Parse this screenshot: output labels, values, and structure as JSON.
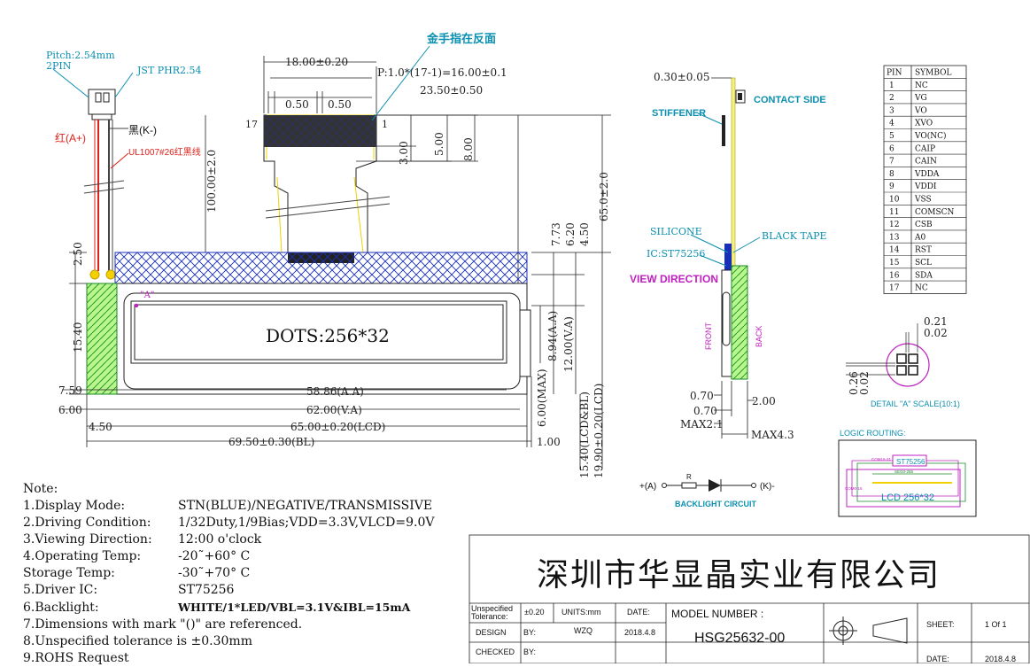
{
  "top_view": {
    "pitch": "Pitch:2.54mm",
    "pins2": "2PIN",
    "connector": "JST PHR2.54",
    "red": "红(A+)",
    "black": "黑(K-)",
    "cable": "UL1007#26红黑线",
    "gold_finger": "金手指在反面",
    "pin17": "17",
    "pin1": "1",
    "dots": "DOTS:256*32",
    "detail_a_mark": "\"A\"",
    "dims": {
      "d18": "18.00±0.20",
      "pitch": "P:1.0*(17-1)=16.00±0.1",
      "d050a": "0.50",
      "d050b": "0.50",
      "d2350": "23.50±0.50",
      "d300": "3.00",
      "d500": "5.00",
      "d800": "8.00",
      "d100": "100.00±2.0",
      "d650v": "65.0±2.0",
      "d250": "2.50",
      "d1540": "15.40",
      "d773": "7.73",
      "d620": "6.20",
      "d450v": "4.50",
      "d894": "8.94(A.A)",
      "d1200": "12.00(V.A)",
      "d600max": "6.00(MAX)",
      "d759": "7.59",
      "d600": "6.00",
      "d5886": "58.86(A.A)",
      "d6200": "62.00(V.A)",
      "d450": "4.50",
      "d6500": "65.00±0.20(LCD)",
      "d6950": "69.50±0.30(BL)",
      "d100b": "1.00",
      "d1540b": "15.40(LCD&BL)",
      "d1990": "19.90±0.20(LCD)"
    }
  },
  "side_view": {
    "d030": "0.30±0.05",
    "contact_side": "CONTACT SIDE",
    "stiffener": "STIFFENER",
    "silicone": "SILICONE",
    "black_tape": "BLACK TAPE",
    "ic": "IC:ST75256",
    "view_direction": "VIEW DIRECTION",
    "front": "FRONT",
    "back": "BACK",
    "d070a": "0.70",
    "d070b": "0.70",
    "d200": "2.00",
    "max21": "MAX2.1",
    "max43": "MAX4.3"
  },
  "pin_table": {
    "headers": [
      "PIN",
      "SYMBOL"
    ],
    "rows": [
      [
        "1",
        "NC"
      ],
      [
        "2",
        "VG"
      ],
      [
        "3",
        "VO"
      ],
      [
        "4",
        "XVO"
      ],
      [
        "5",
        "VO(NC)"
      ],
      [
        "6",
        "CAIP"
      ],
      [
        "7",
        "CAIN"
      ],
      [
        "8",
        "VDDA"
      ],
      [
        "9",
        "VDDI"
      ],
      [
        "10",
        "VSS"
      ],
      [
        "11",
        "COMSCN"
      ],
      [
        "12",
        "CSB"
      ],
      [
        "13",
        "A0"
      ],
      [
        "14",
        "RST"
      ],
      [
        "15",
        "SCL"
      ],
      [
        "16",
        "SDA"
      ],
      [
        "17",
        "NC"
      ]
    ]
  },
  "detail": {
    "d021": "0.21",
    "d002a": "0.02",
    "d026": "0.26",
    "d002b": "0.02",
    "label": "DETAIL \"A\" SCALE(10:1)"
  },
  "logic_routing": {
    "title": "LOGIC ROUTING:",
    "ic": "ST75256",
    "lcd": "LCD 256*32",
    "com_labels": [
      "COM16-31",
      "COM0-15",
      "SEG0-255"
    ]
  },
  "backlight": {
    "anode": "+(A)",
    "cathode": "(K)-",
    "resistor": "R",
    "label": "BACKLIGHT CIRCUIT"
  },
  "notes": {
    "title": "Note:",
    "items": [
      {
        "k": "1.Display Mode:",
        "v": "STN(BLUE)/NEGATIVE/TRANSMISSIVE"
      },
      {
        "k": "2.Driving Condition:",
        "v": "1/32Duty,1/9Bias;VDD=3.3V,VLCD=9.0V"
      },
      {
        "k": "3.Viewing Direction:",
        "v": "12:00 o'clock"
      },
      {
        "k": "4.Operating Temp:",
        "v": "-20˜+60° C"
      },
      {
        "k": "  Storage Temp:",
        "v": "-30˜+70° C"
      },
      {
        "k": "5.Driver IC:",
        "v": "ST75256"
      },
      {
        "k": "6.Backlight:",
        "v": "WHITE/1*LED/VBL=3.1V&IBL=15mA"
      },
      {
        "k": "7.Dimensions with mark \"()\" are referenced.",
        "v": ""
      },
      {
        "k": "8.Unspecified tolerance is ±0.30mm",
        "v": ""
      },
      {
        "k": "9.ROHS Request",
        "v": ""
      }
    ]
  },
  "title_block": {
    "company": "深圳市华显晶实业有限公司",
    "unspecified": "Unspecified Tolerance:",
    "tol": "±0.20",
    "units": "UNITS:mm",
    "date_label": "DATE:",
    "model_label": "MODEL NUMBER :",
    "model": "HSG25632-00",
    "sheet_label": "SHEET:",
    "sheet": "1 Of 1",
    "design": "DESIGN",
    "by1": "BY:",
    "designer": "WZQ",
    "date1": "2018.4.8",
    "checked": "CHECKED",
    "by2": "BY:",
    "date_label2": "DATE:",
    "date2": "2018.4.8"
  }
}
